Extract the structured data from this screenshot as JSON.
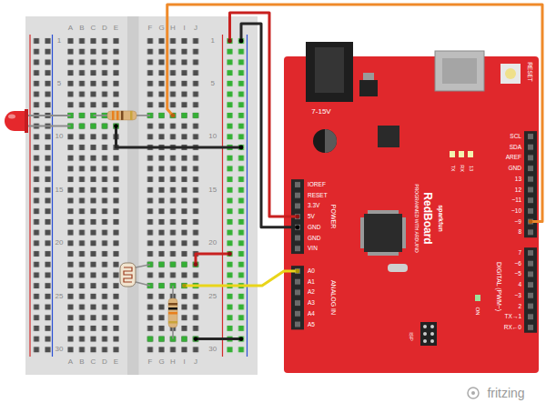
{
  "diagram": {
    "labels": [
      "A",
      "B",
      "C",
      "D",
      "E",
      "F",
      "G",
      "H",
      "I",
      "J",
      "1",
      "5",
      "10",
      "15",
      "20",
      "25",
      "30",
      "1",
      "5",
      "10",
      "15",
      "20",
      "25",
      "30",
      "A",
      "B",
      "C",
      "D",
      "E",
      "F",
      "G",
      "H",
      "I",
      "J",
      "7-15V",
      "RESET",
      "SCL",
      "SDA",
      "AREF",
      "GND",
      "13",
      "12",
      "~11",
      "~10",
      "~9",
      "8",
      "7",
      "~6",
      "~5",
      "4",
      "~3",
      "2",
      "TX→1",
      "RX←0",
      "DIGITAL (PWM~)",
      "IOREF",
      "RESET",
      "3.3V",
      "5V",
      "GND",
      "GND",
      "VIN",
      "POWER",
      "A0",
      "A1",
      "A2",
      "A3",
      "A4",
      "A5",
      "ANALOG IN",
      "RedBoard",
      "PROGRAMMED WITH ARDUINO",
      "sparkfun",
      "TX",
      "RX",
      "13",
      "ISP",
      "ON",
      "fritzing"
    ]
  }
}
